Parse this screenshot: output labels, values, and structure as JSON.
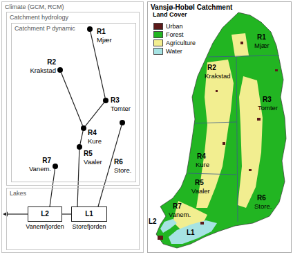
{
  "diagram": {
    "nodes": [
      {
        "text": [
          "Climate (GCM, RCM)"
        ]
      },
      {
        "text": [
          "Catchment hydrology"
        ],
        "in": 0
      },
      {
        "text": [
          "Catchment P dynamic"
        ],
        "in": 1
      },
      {
        "text": [
          "R1",
          "Mjær"
        ],
        "in": 2
      },
      {
        "text": [
          "R2",
          "Krakstad"
        ],
        "in": 2
      },
      {
        "text": [
          "R3",
          "Tomter"
        ],
        "in": 2
      },
      {
        "text": [
          "R4",
          "Kure"
        ],
        "in": 2
      },
      {
        "text": [
          "R5",
          "Vaaler"
        ],
        "in": 2
      },
      {
        "text": [
          "R6",
          "Store."
        ],
        "in": 2
      },
      {
        "text": [
          "R7",
          "Vanem."
        ],
        "in": 2
      },
      {
        "text": [
          "Lakes"
        ],
        "in": 0
      },
      {
        "text": [
          "L2",
          "Vanemfjorden"
        ],
        "in": 10
      },
      {
        "text": [
          "L1",
          "Storefjorden"
        ],
        "in": 10
      },
      {
        "text": [
          "Vansjø-Hobøl Catchment"
        ]
      }
    ],
    "edges": [
      {
        "from": 3,
        "to": 5,
        "arrow": "none"
      },
      {
        "from": 4,
        "to": 6,
        "arrow": "none"
      },
      {
        "from": 5,
        "to": 6,
        "arrow": "none"
      },
      {
        "from": 6,
        "to": 7,
        "arrow": "none"
      },
      {
        "from": 7,
        "to": 12,
        "arrow": "none"
      },
      {
        "from": 8,
        "to": 12,
        "arrow": "none"
      },
      {
        "from": 9,
        "to": 11,
        "arrow": "none"
      },
      {
        "from": 12,
        "to": 11,
        "arrow": "none"
      }
    ],
    "labels": [
      "Land Cover",
      "R1",
      "Mjær",
      "R2",
      "Krakstad",
      "R3",
      "Tomter",
      "R4",
      "Kure",
      "R5",
      "Vaaler",
      "R6",
      "Store.",
      "R7",
      "Vanem.",
      "L2",
      "L1"
    ],
    "legend": [
      {
        "text": "Urban",
        "color": "#5c1a1a"
      },
      {
        "text": "Forest",
        "color": "#22b522"
      },
      {
        "text": "Agriculture",
        "color": "#f2ee90"
      },
      {
        "text": "Water",
        "color": "#a6e3e3"
      }
    ]
  }
}
